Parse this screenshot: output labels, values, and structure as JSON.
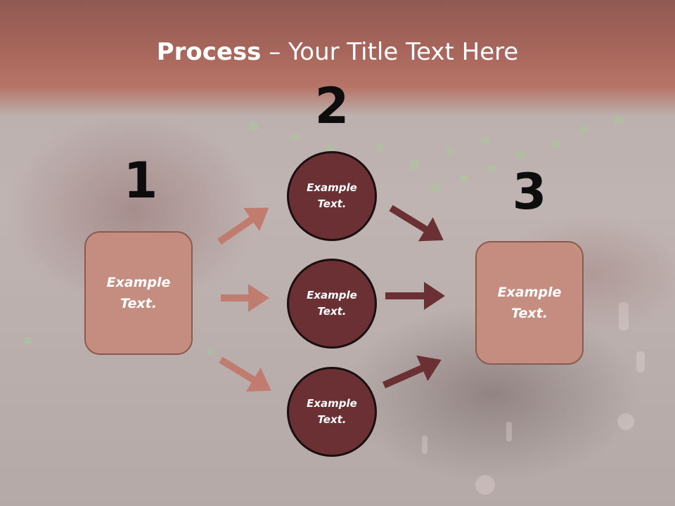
{
  "slide": {
    "title_bold": "Process",
    "title_rest": " – Your Title Text Here"
  },
  "steps": {
    "one": "1",
    "two": "2",
    "three": "3"
  },
  "nodes": {
    "left_box": "Example\nText.",
    "circle_top": "Example\nText.",
    "circle_middle": "Example\nText.",
    "circle_bottom": "Example\nText.",
    "right_box": "Example\nText."
  },
  "colors": {
    "banner": "#a8665c",
    "box_fill": "#c48d80",
    "circle_fill": "#6a3033",
    "arrow_light": "#c07c6e",
    "arrow_dark": "#6a3033"
  }
}
